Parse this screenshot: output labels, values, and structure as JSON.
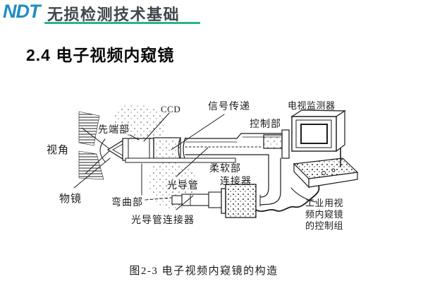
{
  "header": {
    "logo": "NDT",
    "course_title": "无损检测技术基础"
  },
  "slide": {
    "section_title": "2.4 电子视频内窥镜"
  },
  "figure": {
    "caption": "图2-3 电子视频内窥镜的构造",
    "labels": {
      "viewing_angle": "视角",
      "tip_section": "先端部",
      "ccd": "CCD",
      "signal_transmission": "信号传递",
      "control_section": "控制部",
      "tv_monitor": "电视监测器",
      "objective_lens": "物镜",
      "bending_section": "弯曲部",
      "light_guide": "光导管",
      "flexible_section": "柔软部",
      "connector": "连接器",
      "light_guide_connector": "光导管连接器",
      "control_unit": [
        "工业用视",
        "频内窥镜",
        "的控制组"
      ]
    }
  },
  "colors": {
    "logo_blue": "#1e8dc3",
    "underline_green": "#2db287",
    "ink": "#1c1c1c"
  }
}
